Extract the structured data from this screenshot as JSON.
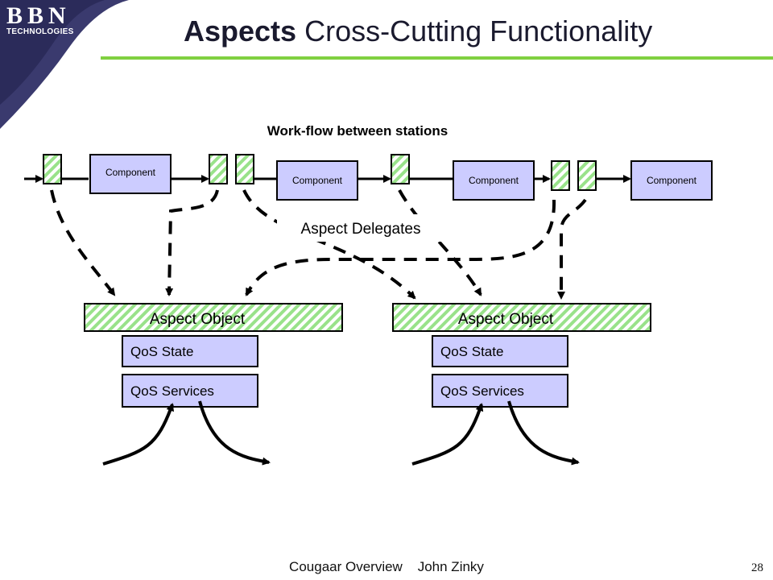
{
  "logo": {
    "main": "BBN",
    "sub": "TECHNOLOGIES"
  },
  "title": {
    "bold": "Aspects",
    "rest": "Cross-Cutting Functionality"
  },
  "diagram": {
    "workflow_label": "Work-flow between stations",
    "components": [
      "Component",
      "Component",
      "Component",
      "Component"
    ],
    "delegates_label": "Aspect Delegates",
    "aspect_objects": [
      {
        "label": "Aspect Object",
        "qos_state": "QoS State",
        "qos_services": "QoS Services"
      },
      {
        "label": "Aspect Object",
        "qos_state": "QoS State",
        "qos_services": "QoS Services"
      }
    ]
  },
  "footer": {
    "text": "Cougaar Overview    John Zinky",
    "page": "28"
  },
  "colors": {
    "component_fill": "#ccccff",
    "qos_fill": "#ccccff",
    "hatch_green": "#99e28a",
    "title_rule": "#80d040",
    "corner": "#3a3a6e"
  }
}
